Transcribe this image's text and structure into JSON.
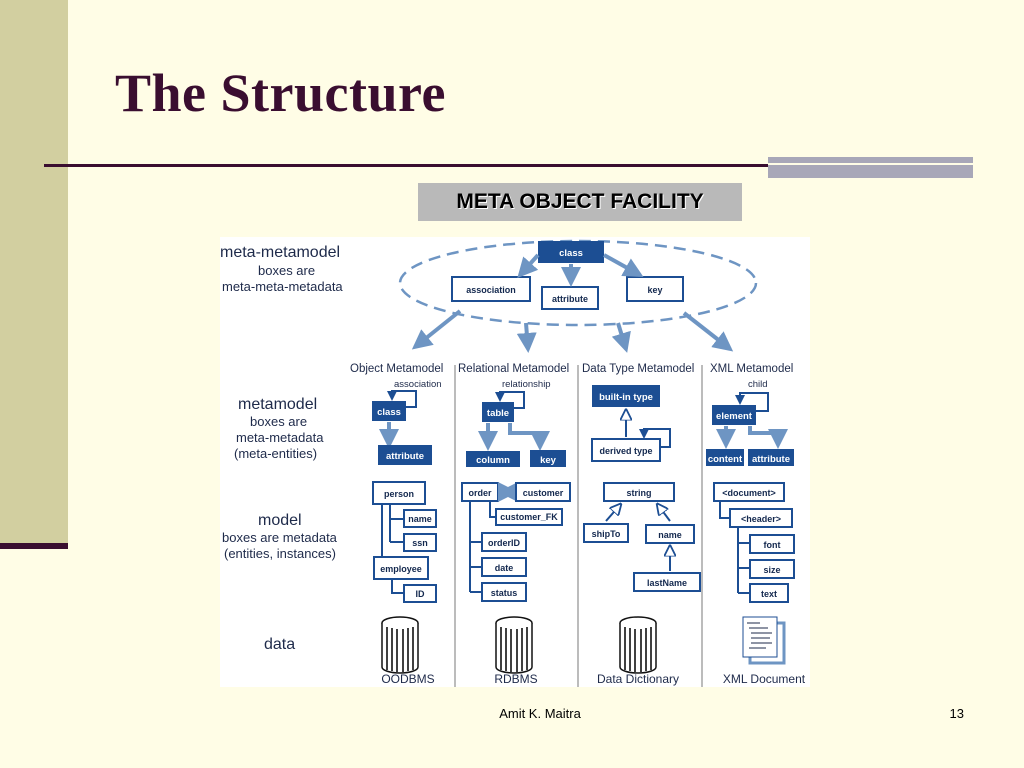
{
  "slide": {
    "title": "The Structure",
    "badge": "META OBJECT FACILITY",
    "author": "Amit K. Maitra",
    "page_number": "13"
  },
  "diagram": {
    "levels": {
      "meta_metamodel": [
        "meta-metamodel",
        "boxes are",
        "meta-meta-metadata"
      ],
      "metamodel": [
        "metamodel",
        "boxes are",
        "meta-metadata",
        "(meta-entities)"
      ],
      "model": [
        "model",
        "boxes are metadata",
        "(entities, instances)"
      ],
      "data": [
        "data"
      ]
    },
    "meta_meta": {
      "class": "class",
      "association": "association",
      "attribute": "attribute",
      "key": "key"
    },
    "columns": {
      "object": {
        "title": "Object Metamodel",
        "relation_label": "association",
        "meta_boxes": [
          "class",
          "attribute"
        ],
        "model_boxes": [
          "person",
          "name",
          "ssn",
          "employee",
          "ID"
        ],
        "store": "OODBMS"
      },
      "relational": {
        "title": "Relational Metamodel",
        "relation_label": "relationship",
        "meta_boxes": [
          "table",
          "column",
          "key"
        ],
        "model_boxes": [
          "order",
          "customer",
          "customer_FK",
          "orderID",
          "date",
          "status"
        ],
        "store": "RDBMS"
      },
      "datatype": {
        "title": "Data Type Metamodel",
        "meta_boxes": [
          "built-in type",
          "derived type"
        ],
        "model_boxes": [
          "string",
          "shipTo",
          "name",
          "lastName"
        ],
        "store": "Data Dictionary"
      },
      "xml": {
        "title": "XML Metamodel",
        "relation_label": "child",
        "meta_boxes": [
          "element",
          "content",
          "attribute"
        ],
        "model_boxes": [
          "<document>",
          "<header>",
          "font",
          "size",
          "text"
        ],
        "store": "XML Document"
      }
    },
    "colors": {
      "box": "#1C4E93",
      "arrow": "#6E95C3",
      "title": "#3A0E30",
      "background": "#FFFDE6"
    }
  }
}
